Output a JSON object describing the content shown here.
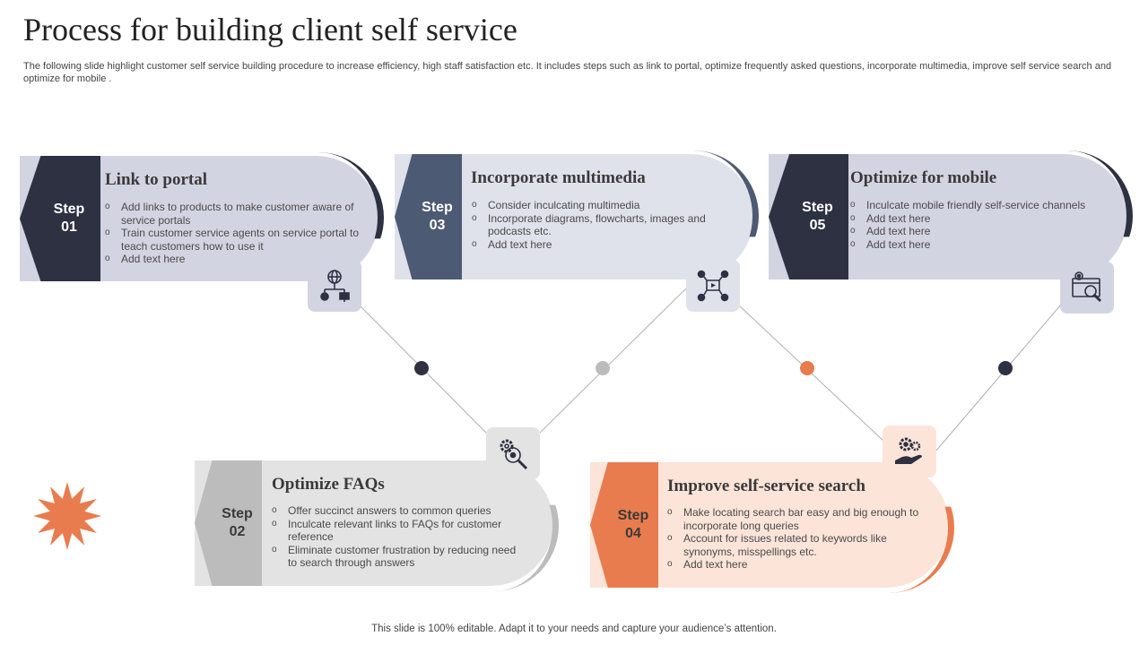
{
  "slide": {
    "title": "Process for building client self service",
    "subtitle": "The following slide highlight customer self service building procedure to increase efficiency, high staff satisfaction etc. It includes steps such as link to portal, optimize frequently asked questions, incorporate multimedia, improve self service search and optimize for mobile .",
    "footer": "This slide is 100% editable. Adapt it to your needs and capture your audience’s attention."
  },
  "colors": {
    "dark": "#2e3142",
    "slate": "#4d5a73",
    "gray": "#bcbcbc",
    "orange": "#e97c4e",
    "lilac_fill": "#d3d4e1",
    "light_fill": "#dfe2ea",
    "gray_fill": "#e3e3e3",
    "peach_fill": "#fce4d9"
  },
  "steps": {
    "s01": {
      "step_label": "Step",
      "step_number": "01",
      "title": "Link to portal",
      "bullets": [
        "Add links to products to make customer aware of service portals",
        "Train customer service agents on service portal to teach customers how to use it",
        "Add text here"
      ],
      "icon": "network-globe-icon"
    },
    "s02": {
      "step_label": "Step",
      "step_number": "02",
      "title": "Optimize FAQs",
      "bullets": [
        "Offer succinct answers to common queries",
        "Inculcate relevant links to FAQs for customer reference",
        "Eliminate customer frustration by reducing need to search through answers"
      ],
      "icon": "gear-search-icon"
    },
    "s03": {
      "step_label": "Step",
      "step_number": "03",
      "title": "Incorporate multimedia",
      "bullets": [
        "Consider inculcating multimedia",
        "Incorporate diagrams, flowcharts, images and podcasts etc.",
        "Add text here"
      ],
      "icon": "multimedia-network-icon"
    },
    "s04": {
      "step_label": "Step",
      "step_number": "04",
      "title": "Improve self-service search",
      "bullets": [
        "Make locating search bar easy and big enough to incorporate long queries",
        "Account for issues related to keywords like synonyms, misspellings etc.",
        "Add text here"
      ],
      "icon": "hand-gears-icon"
    },
    "s05": {
      "step_label": "Step",
      "step_number": "05",
      "title": "Optimize for mobile",
      "bullets": [
        "Inculcate mobile friendly self-service channels",
        "Add text here",
        "Add text here",
        "Add text here"
      ],
      "icon": "browser-gear-search-icon"
    }
  },
  "decorations": {
    "connector_dot_colors": [
      "#2e3142",
      "#bcbcbc",
      "#e97c4e",
      "#2e3142"
    ],
    "starburst": "starburst-icon"
  }
}
